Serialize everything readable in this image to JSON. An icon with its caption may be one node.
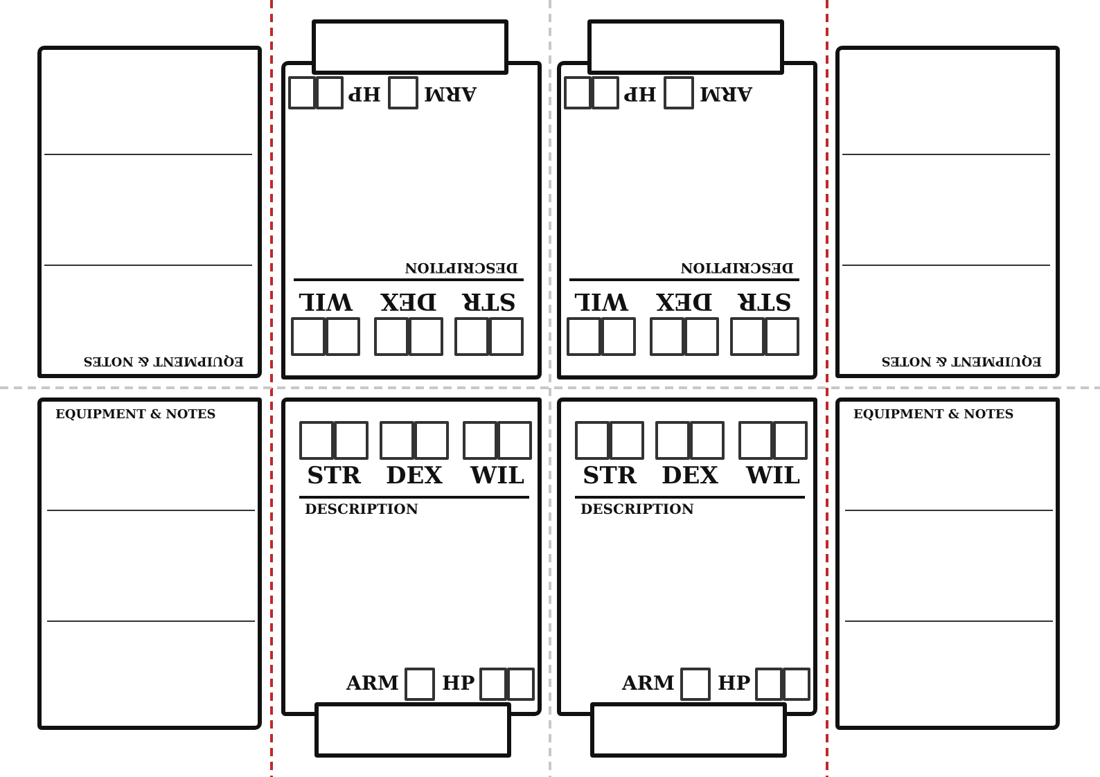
{
  "diagram": {
    "nodes": [
      {
        "text": [
          "EQUIPMENT & NOTES"
        ]
      },
      {
        "text": [],
        "shape": "box"
      },
      {
        "text": [
          "STR",
          "DEX",
          "WIL",
          "DESCRIPTION",
          "ARM",
          "HP"
        ]
      },
      {
        "text": [],
        "shape": "box"
      },
      {
        "text": [
          "STR",
          "DEX",
          "WIL",
          "DESCRIPTION",
          "ARM",
          "HP"
        ]
      },
      {
        "text": [
          "EQUIPMENT & NOTES"
        ]
      },
      {
        "text": [
          "EQUIPMENT & NOTES"
        ]
      },
      {
        "text": [
          "STR",
          "DEX",
          "WIL",
          "DESCRIPTION",
          "ARM",
          "HP"
        ]
      },
      {
        "text": [],
        "shape": "box"
      },
      {
        "text": [
          "STR",
          "DEX",
          "WIL",
          "DESCRIPTION",
          "ARM",
          "HP"
        ]
      },
      {
        "text": [],
        "shape": "box"
      },
      {
        "text": [
          "EQUIPMENT & NOTES"
        ]
      }
    ]
  }
}
